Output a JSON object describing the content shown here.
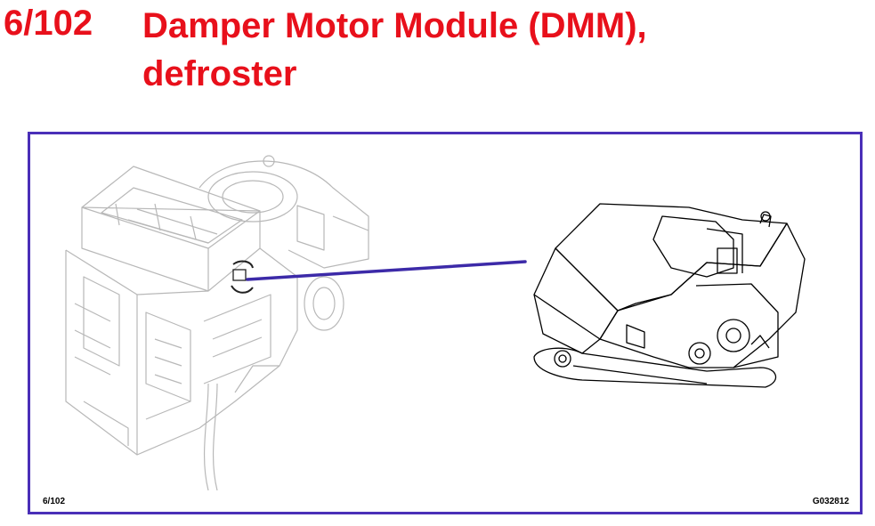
{
  "header": {
    "number": "6/102",
    "title_line1": "Damper Motor Module (DMM),",
    "title_line2": "defroster"
  },
  "figure": {
    "label_left": "6/102",
    "label_right": "G032812"
  },
  "colors": {
    "title": "#e8101b",
    "frame": "#4a2fb8",
    "pointer_line": "#3c2aa8"
  },
  "icons": {
    "heater_unit": "hvac-heater-box-drawing",
    "damper_motor": "damper-motor-module-drawing"
  }
}
